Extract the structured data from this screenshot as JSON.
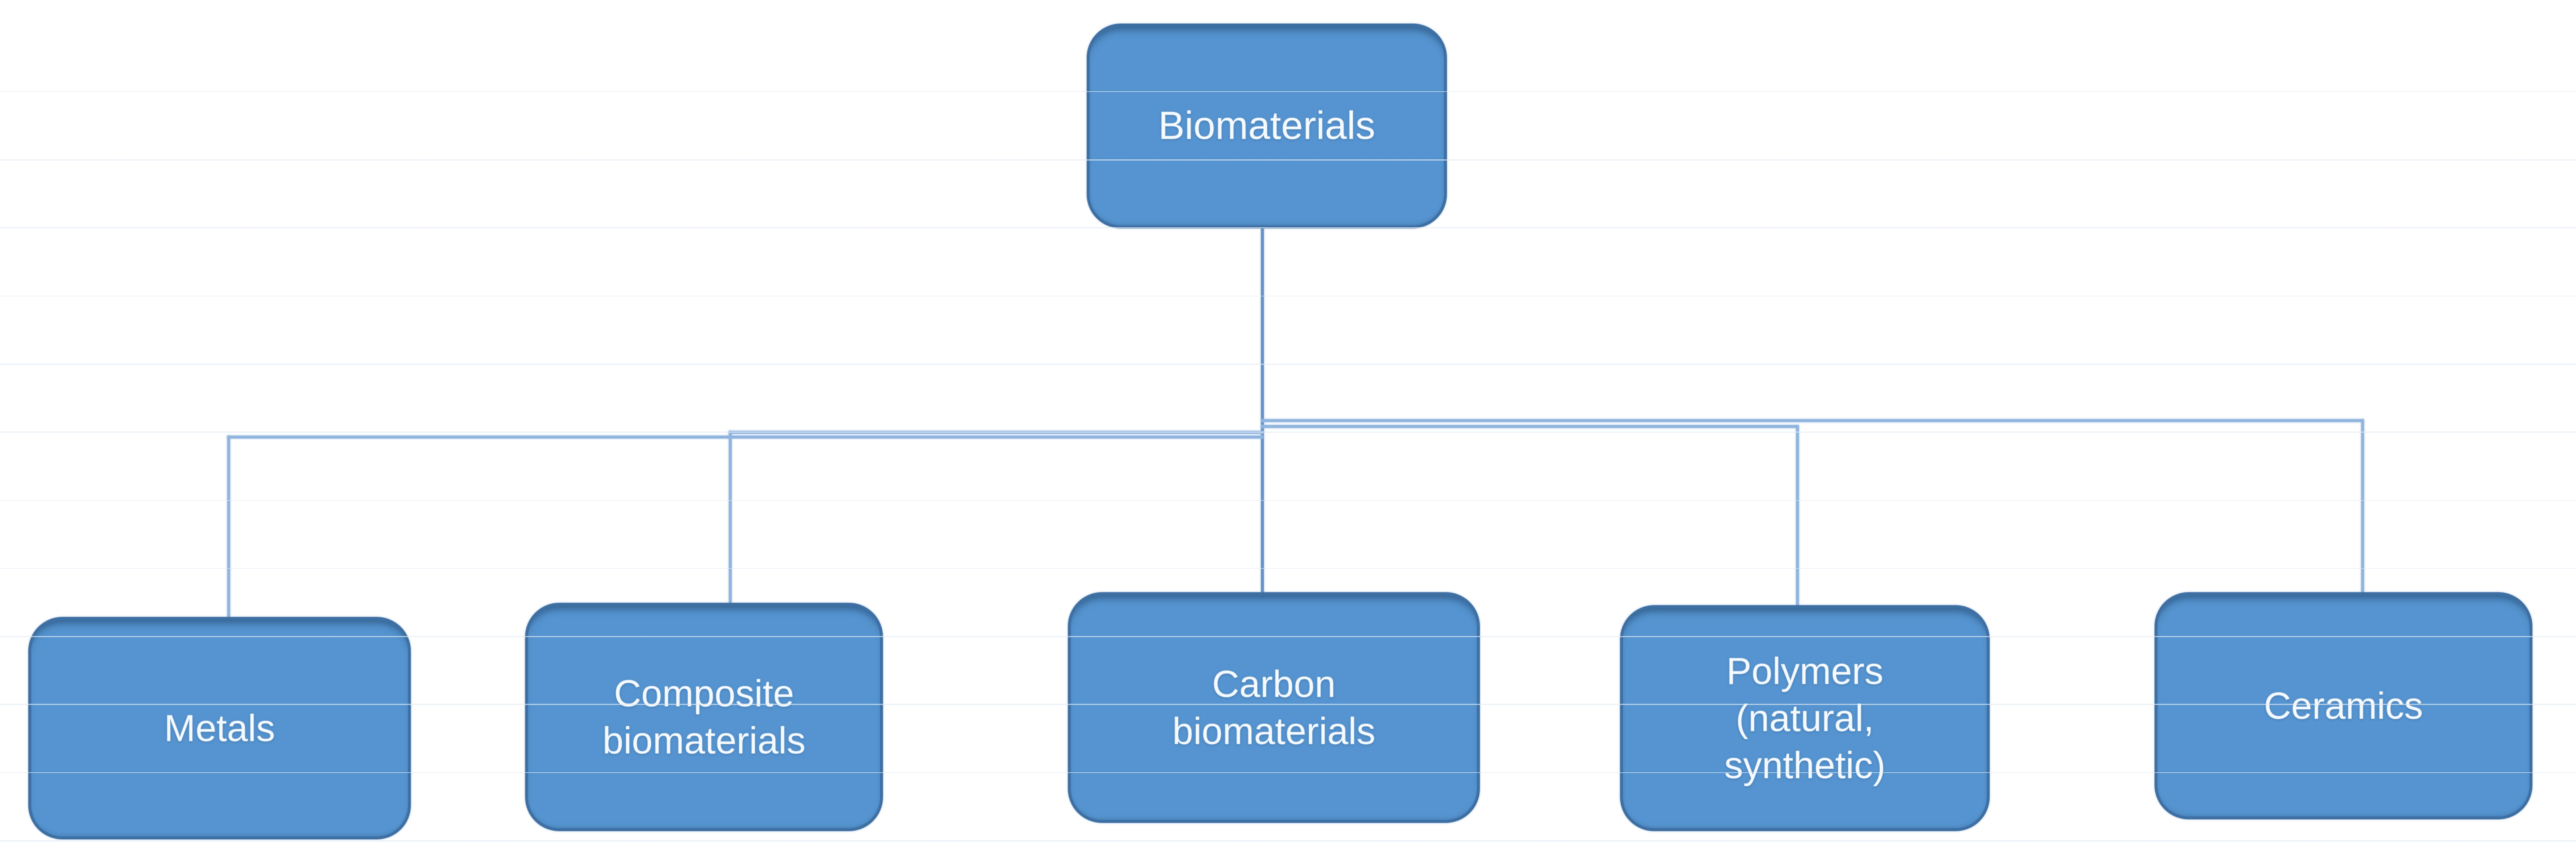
{
  "diagram": {
    "root": {
      "label": "Biomaterials"
    },
    "children": [
      {
        "label": "Metals"
      },
      {
        "label": "Composite\nbiomaterials"
      },
      {
        "label": "Carbon\nbiomaterials"
      },
      {
        "label": "Polymers\n(natural,\nsynthetic)"
      },
      {
        "label": "Ceramics"
      }
    ],
    "colors": {
      "box_fill": "#5594d0",
      "box_border": "#3e6fa3",
      "connector": "#8fb4de",
      "connector_dark": "#6191c4",
      "text": "#f5faff",
      "bg": "#ffffff"
    }
  }
}
